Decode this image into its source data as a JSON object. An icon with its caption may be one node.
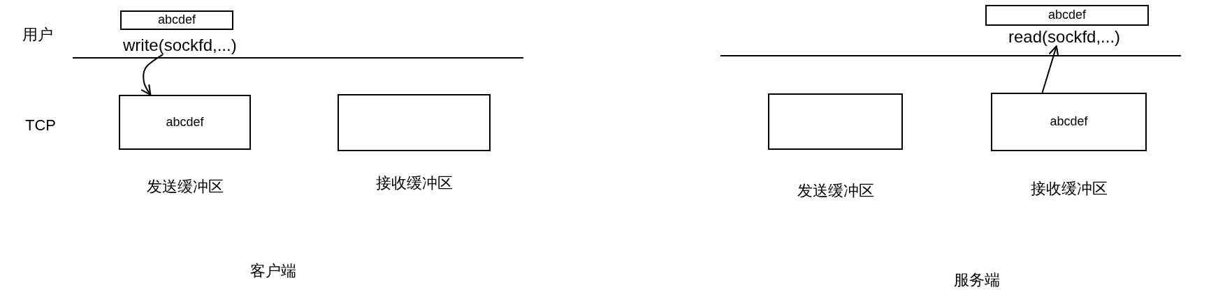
{
  "diagram": {
    "nodes": [
      {
        "text": [
          "abcdef"
        ]
      },
      {
        "text": [
          "write(sockfd,...)"
        ]
      },
      {
        "text": [
          "abcdef"
        ],
        "beside": [
          "发送缓冲区"
        ]
      },
      {
        "text": [],
        "shape": "box",
        "beside": [
          "接收缓冲区"
        ]
      },
      {
        "text": [
          "abcdef"
        ]
      },
      {
        "text": [
          "read(sockfd,...)"
        ]
      },
      {
        "text": [],
        "shape": "box",
        "beside": [
          "发送缓冲区"
        ]
      },
      {
        "text": [
          "abcdef"
        ],
        "beside": [
          "接收缓冲区"
        ]
      }
    ],
    "edges": [
      {
        "from": 1,
        "to": 2,
        "arrow": "to"
      },
      {
        "from": 7,
        "to": 5,
        "arrow": "to"
      }
    ],
    "labels": [
      "用户",
      "TCP",
      "客户端",
      "服务端"
    ]
  }
}
